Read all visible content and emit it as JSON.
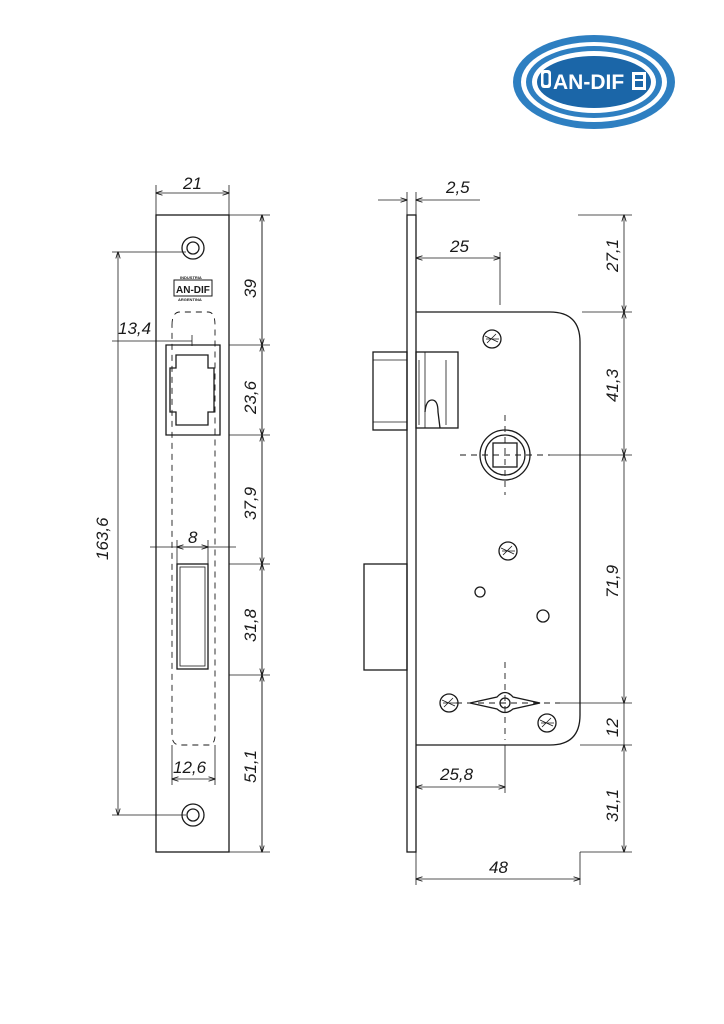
{
  "logo": {
    "brand": "AN-DIF",
    "outer_color": "#2e7fc1",
    "ring_color": "#ffffff",
    "inner_color": "#1b66a8",
    "text_color": "#ffffff"
  },
  "faceplate_stamp": {
    "top": "INDUSTRIA",
    "brand": "AN-DIF",
    "bottom": "ARGENTINA"
  },
  "dimensions": {
    "faceplate_width": "21",
    "hole_spacing": "163,6",
    "latch_offset": "13,4",
    "top_to_latch": "39",
    "latch_height": "23,6",
    "latch_to_bolt": "37,9",
    "bolt_width": "8",
    "bolt_height": "31,8",
    "bolt_to_hole": "51,1",
    "bolt_slot_width": "12,6",
    "plate_thickness": "2,5",
    "backset": "25",
    "top_to_case": "27,1",
    "case_to_handle": "41,3",
    "handle_to_key": "71,9",
    "key_to_screw": "12",
    "case_to_bottom": "31,1",
    "key_backset": "25,8",
    "case_depth": "48"
  }
}
